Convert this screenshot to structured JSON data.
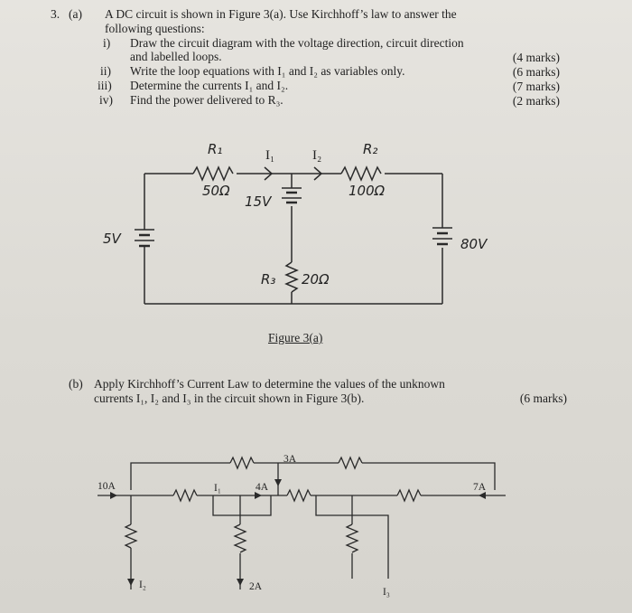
{
  "question": {
    "number": "3.",
    "part_a_label": "(a)",
    "part_a_line1": "A DC circuit is shown in Figure 3(a). Use Kirchhoff’s law to answer the",
    "part_a_line2": "following questions:",
    "items": [
      {
        "num": "i)",
        "line1": "Draw the circuit diagram with the voltage direction, circuit direction",
        "line2": "and labelled loops.",
        "marks": "(4 marks)"
      },
      {
        "num": "ii)",
        "line1": "Write the loop equations with I₁ and I₂ as variables only.",
        "marks": "(6 marks)"
      },
      {
        "num": "iii)",
        "line1": "Determine the currents I₁ and I₂.",
        "marks": "(7 marks)"
      },
      {
        "num": "iv)",
        "line1": "Find the power delivered to R₃.",
        "marks": "(2 marks)"
      }
    ],
    "figure_a_caption": "Figure 3(a)",
    "part_b_label": "(b)",
    "part_b_line1": "Apply Kirchhoff’s Current Law to determine the values of the unknown",
    "part_b_line2": "currents I₁, I₂ and I₃ in the circuit shown in Figure 3(b).",
    "part_b_marks": "(6 marks)"
  },
  "figure_a": {
    "r1_label": "R₁",
    "r1_value": "50Ω",
    "i1_label": "I₁",
    "i2_label": "I₂",
    "r2_label": "R₂",
    "r2_value": "100Ω",
    "v_middle": "15V",
    "v_left": "5V",
    "v_right": "80V",
    "r3_label": "R₃",
    "r3_value": "20Ω"
  },
  "figure_b": {
    "current_10a": "10A",
    "current_3a": "3A",
    "current_i1": "I₁",
    "current_4a": "4A",
    "current_7a": "7A",
    "current_i2": "I₂",
    "current_2a": "2A",
    "current_i3": "I₃"
  }
}
